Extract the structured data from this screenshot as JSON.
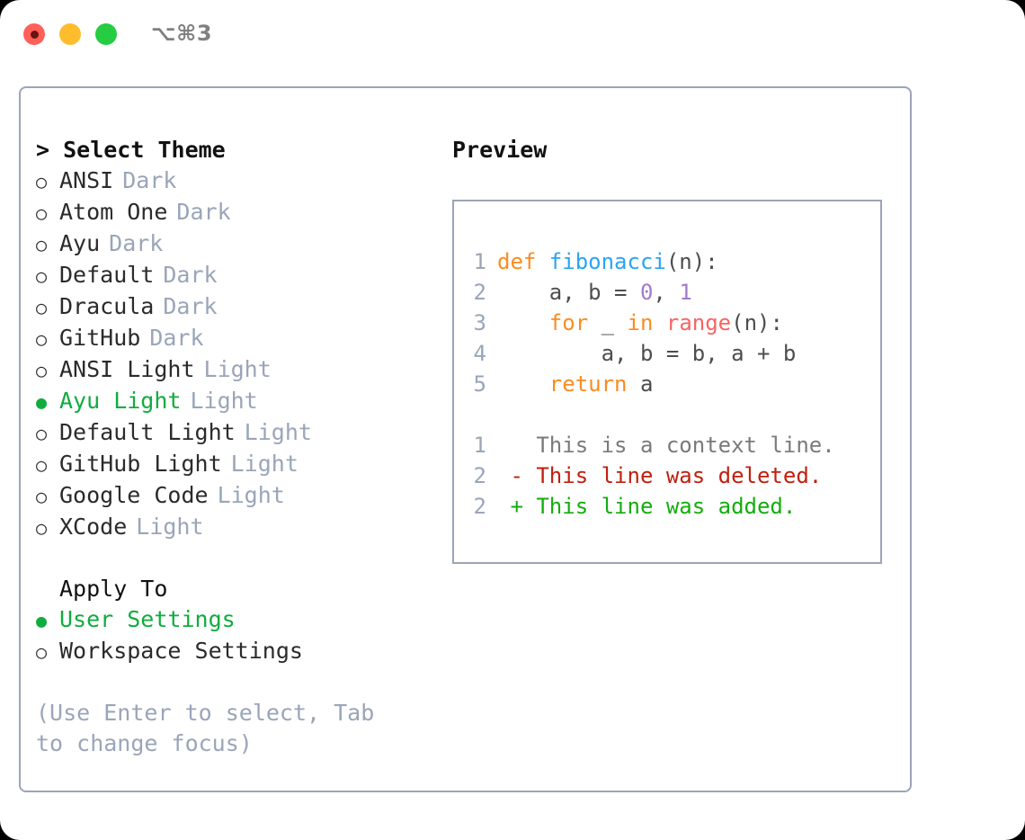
{
  "window": {
    "title": "⌥⌘3",
    "traffic_lights": [
      {
        "name": "close-button",
        "color": "#ff6159"
      },
      {
        "name": "minimize-button",
        "color": "#ffbd2e"
      },
      {
        "name": "maximize-button",
        "color": "#26cc41"
      }
    ]
  },
  "colors": {
    "accent_green": "#10ac3f",
    "muted": "#9aa5b8",
    "text": "#2b2b2b",
    "panel_border": "#9aa5b8"
  },
  "theme_panel": {
    "header": "> Select Theme",
    "markers": {
      "selected": "●",
      "unselected": "○"
    },
    "options": [
      {
        "label": "ANSI",
        "tag": "Dark",
        "selected": false
      },
      {
        "label": "Atom One",
        "tag": "Dark",
        "selected": false
      },
      {
        "label": "Ayu",
        "tag": "Dark",
        "selected": false
      },
      {
        "label": "Default",
        "tag": "Dark",
        "selected": false
      },
      {
        "label": "Dracula",
        "tag": "Dark",
        "selected": false
      },
      {
        "label": "GitHub",
        "tag": "Dark",
        "selected": false
      },
      {
        "label": "ANSI Light",
        "tag": "Light",
        "selected": false
      },
      {
        "label": "Ayu Light",
        "tag": "Light",
        "selected": true
      },
      {
        "label": "Default Light",
        "tag": "Light",
        "selected": false
      },
      {
        "label": "GitHub Light",
        "tag": "Light",
        "selected": false
      },
      {
        "label": "Google Code",
        "tag": "Light",
        "selected": false
      },
      {
        "label": "XCode",
        "tag": "Light",
        "selected": false
      }
    ],
    "apply_to": {
      "title": "Apply To",
      "options": [
        {
          "label": "User Settings",
          "selected": true
        },
        {
          "label": "Workspace Settings",
          "selected": false
        }
      ]
    },
    "hint": "(Use Enter to select, Tab to change focus)"
  },
  "preview": {
    "header": "Preview",
    "code_lines": [
      {
        "n": "1",
        "segments": [
          {
            "t": "def ",
            "c": "tok-kw"
          },
          {
            "t": "fibonacci",
            "c": "tok-fn"
          },
          {
            "t": "(n):",
            "c": "tok-plain"
          }
        ]
      },
      {
        "n": "2",
        "segments": [
          {
            "t": "    a, b = ",
            "c": "tok-plain"
          },
          {
            "t": "0",
            "c": "tok-num"
          },
          {
            "t": ", ",
            "c": "tok-plain"
          },
          {
            "t": "1",
            "c": "tok-num"
          }
        ]
      },
      {
        "n": "3",
        "segments": [
          {
            "t": "    ",
            "c": "tok-plain"
          },
          {
            "t": "for",
            "c": "tok-kw"
          },
          {
            "t": " _ ",
            "c": "tok-plain"
          },
          {
            "t": "in",
            "c": "tok-kw"
          },
          {
            "t": " ",
            "c": "tok-plain"
          },
          {
            "t": "range",
            "c": "tok-call"
          },
          {
            "t": "(n):",
            "c": "tok-plain"
          }
        ]
      },
      {
        "n": "4",
        "segments": [
          {
            "t": "        a, b = b, a + b",
            "c": "tok-plain"
          }
        ]
      },
      {
        "n": "5",
        "segments": [
          {
            "t": "    ",
            "c": "tok-plain"
          },
          {
            "t": "return",
            "c": "tok-kw"
          },
          {
            "t": " a",
            "c": "tok-plain"
          }
        ]
      }
    ],
    "diff_lines": [
      {
        "n": "1",
        "text": "   This is a context line.",
        "kind": "diff-ctx"
      },
      {
        "n": "2",
        "text": " - This line was deleted.",
        "kind": "diff-del"
      },
      {
        "n": "2",
        "text": " + This line was added.",
        "kind": "diff-add"
      }
    ]
  }
}
